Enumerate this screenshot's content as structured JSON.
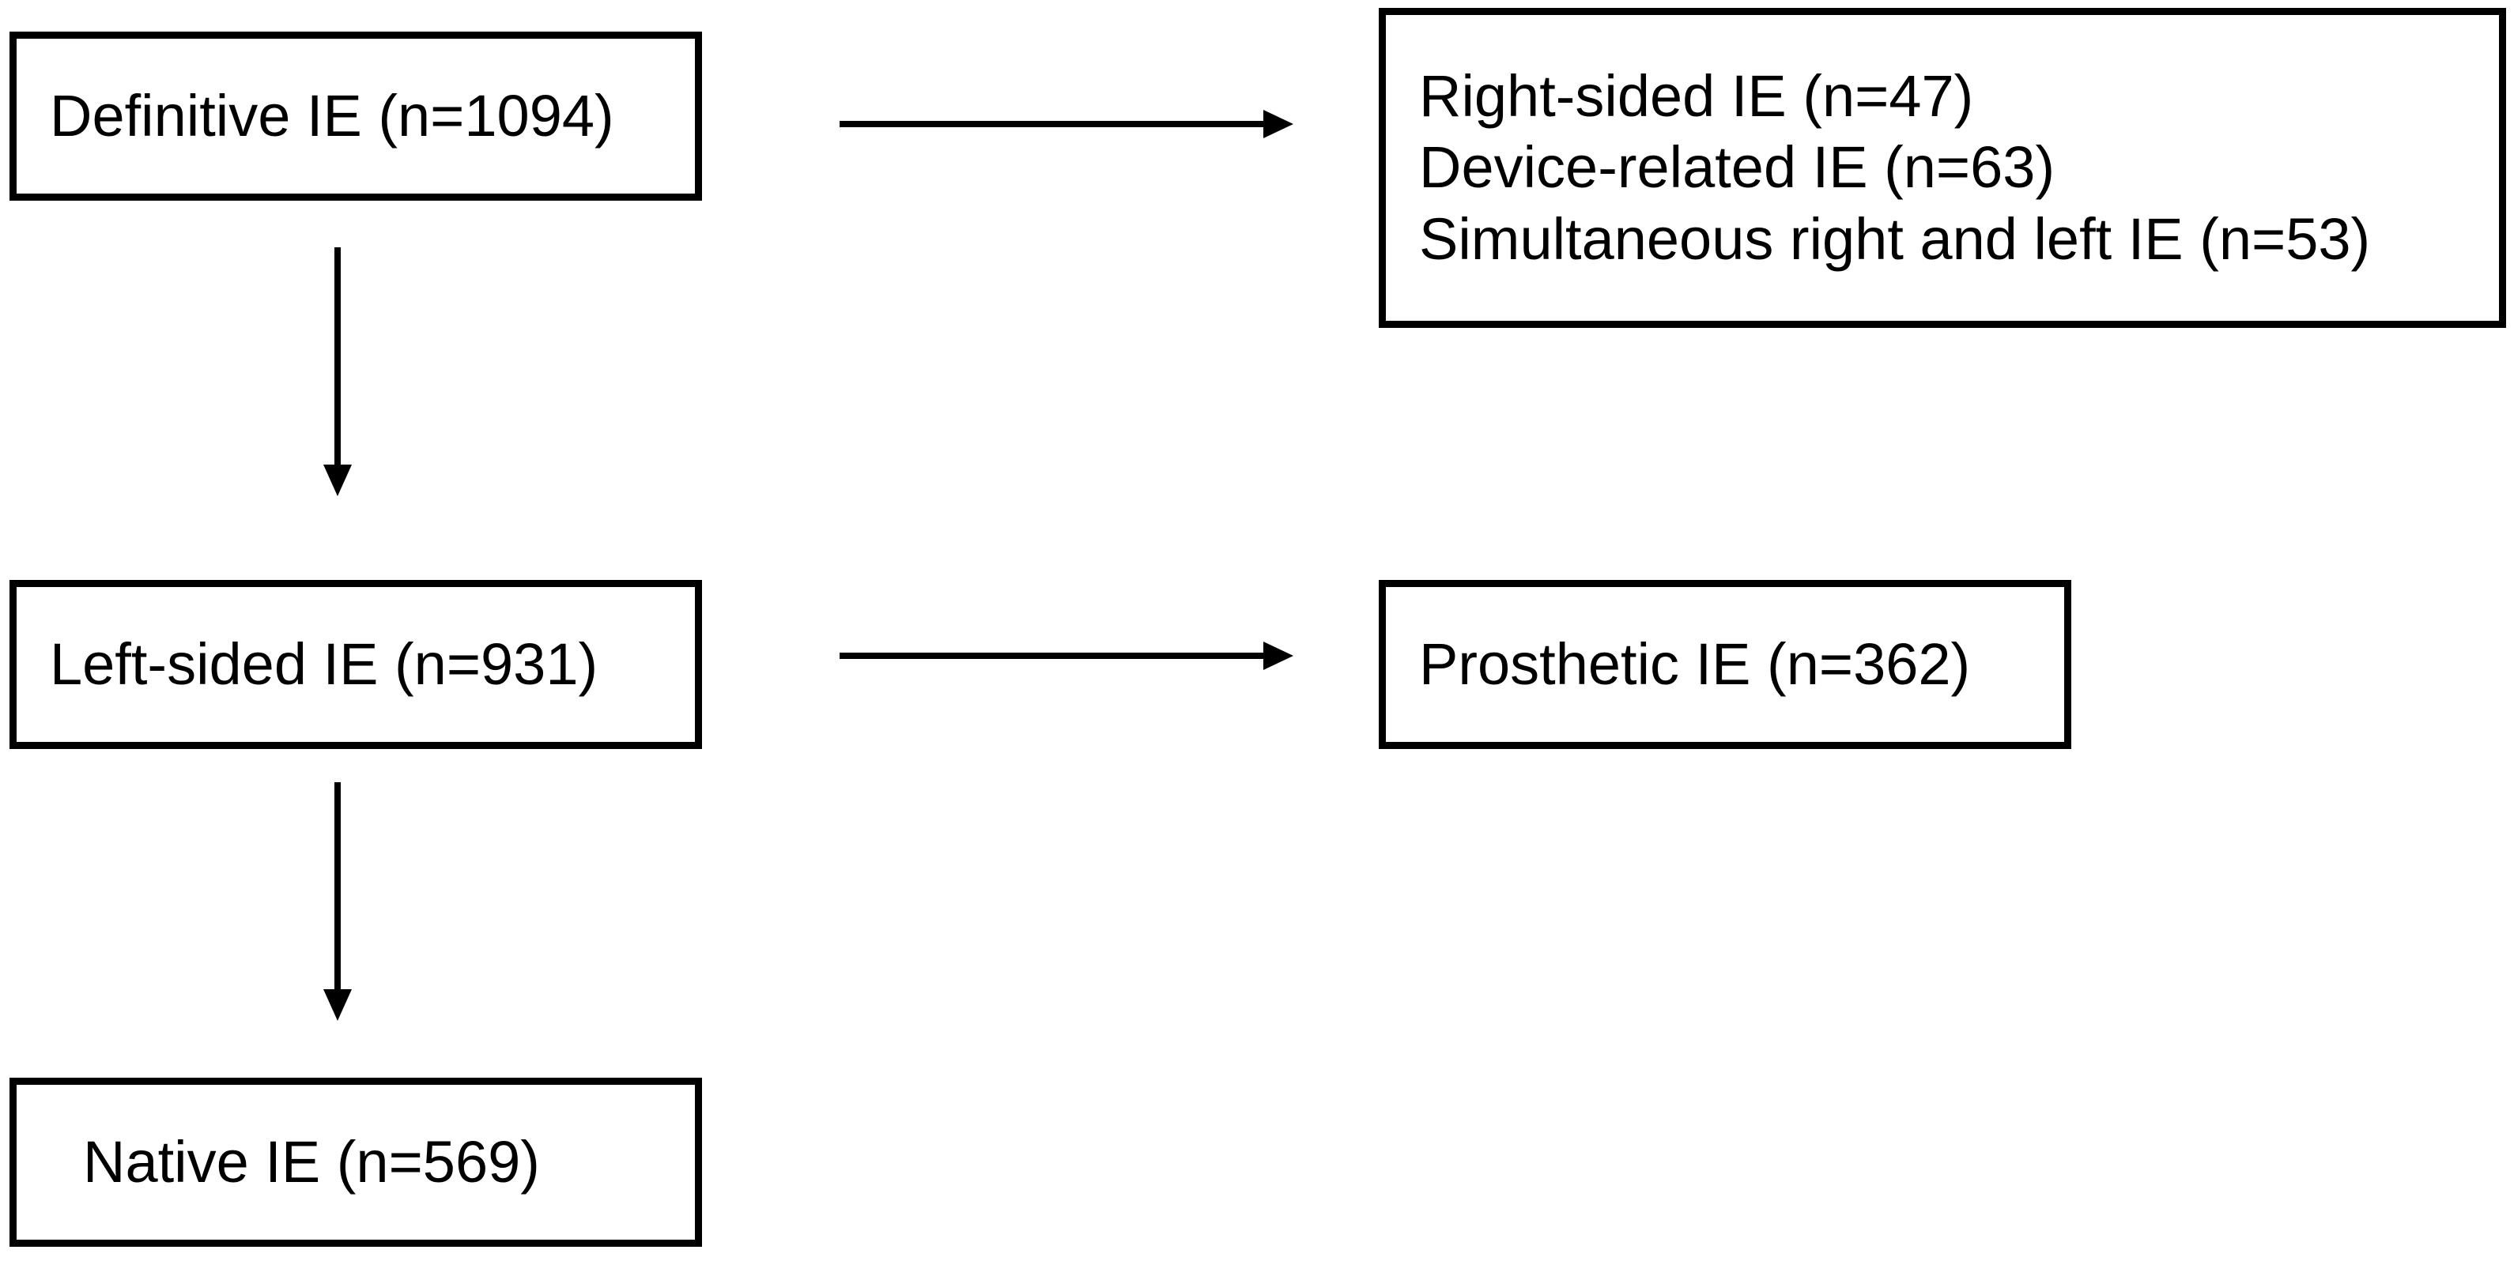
{
  "boxes": {
    "definitive": "Definitive IE (n=1094)",
    "excluded": [
      "Right-sided IE (n=47)",
      "Device-related IE (n=63)",
      "Simultaneous right and left IE (n=53)"
    ],
    "left_sided": "Left-sided IE (n=931)",
    "prosthetic": "Prosthetic IE (n=362)",
    "native": "Native IE (n=569)"
  },
  "colors": {
    "stroke": "#000000",
    "background": "#ffffff"
  }
}
